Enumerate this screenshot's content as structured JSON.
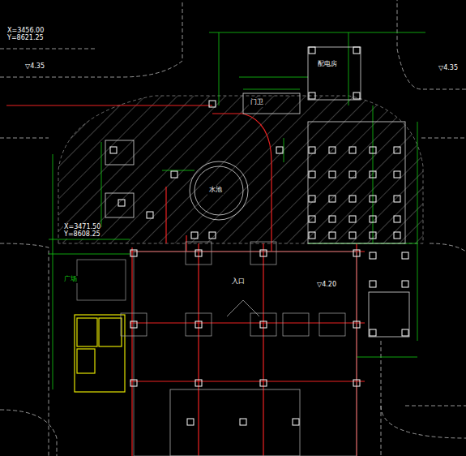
{
  "diagram": {
    "nodes": [
      {
        "text": [
          "配电房"
        ]
      },
      {
        "text": [
          "水池"
        ]
      },
      {
        "text": [
          "门卫"
        ]
      }
    ],
    "labels": [
      "X=3456.00",
      "Y=8621.25",
      "▽4.35",
      "▽4.35",
      "广场",
      "入口",
      "▽4.20",
      "X=3471.50",
      "Y=8608.25"
    ]
  }
}
